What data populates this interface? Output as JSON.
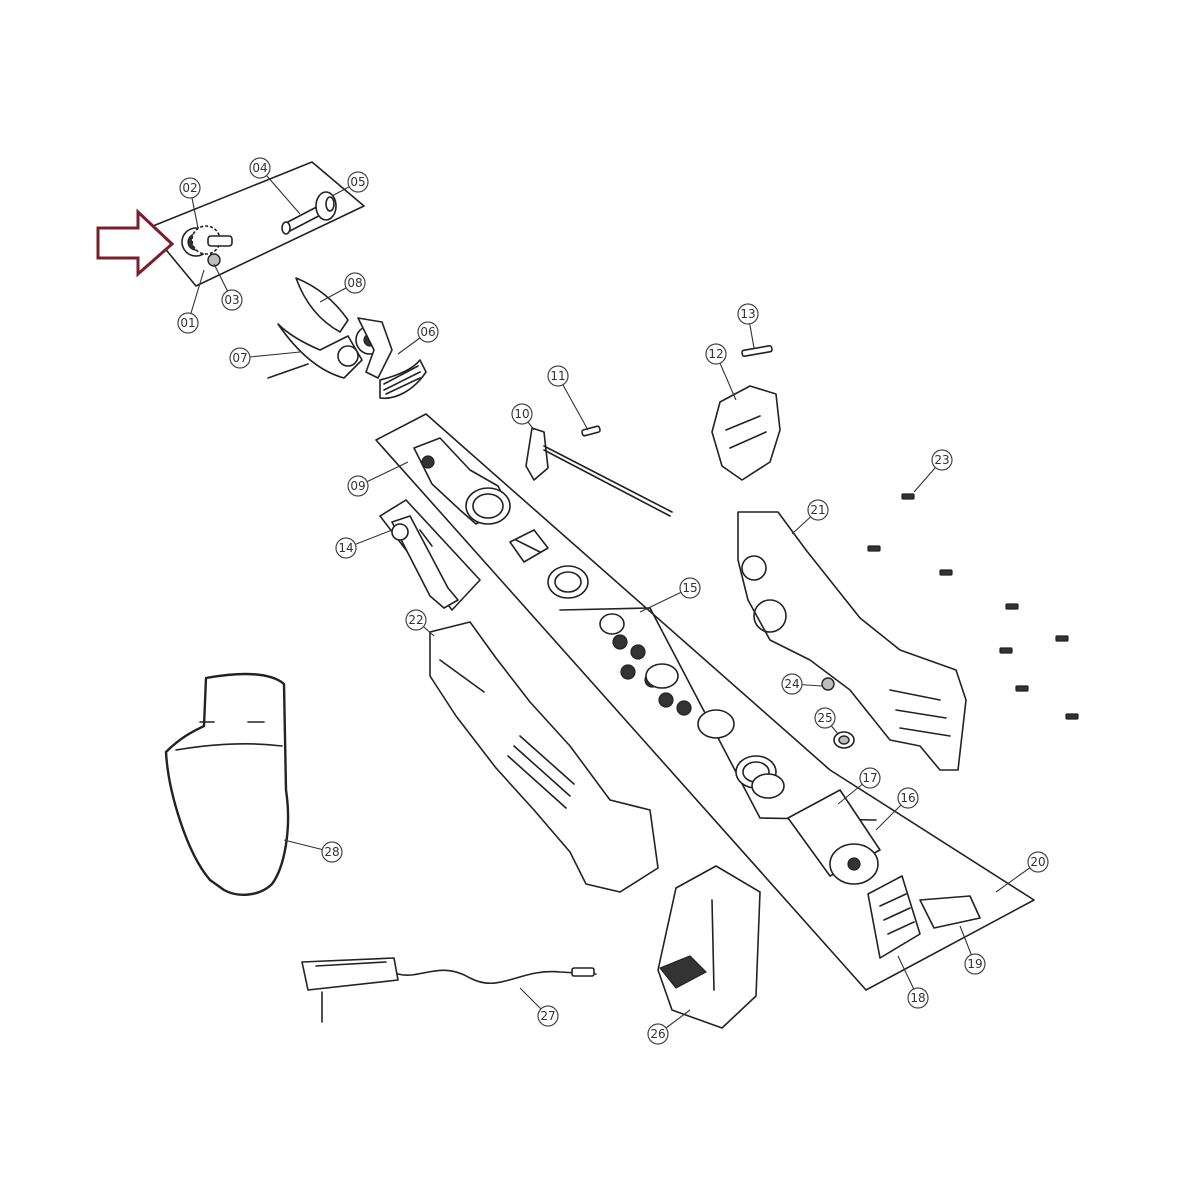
{
  "diagram": {
    "callouts": [
      {
        "label": "01"
      },
      {
        "label": "02"
      },
      {
        "label": "03"
      },
      {
        "label": "04"
      },
      {
        "label": "05"
      },
      {
        "label": "06"
      },
      {
        "label": "07"
      },
      {
        "label": "08"
      },
      {
        "label": "09"
      },
      {
        "label": "10"
      },
      {
        "label": "11"
      },
      {
        "label": "12"
      },
      {
        "label": "13"
      },
      {
        "label": "14"
      },
      {
        "label": "15"
      },
      {
        "label": "16"
      },
      {
        "label": "17"
      },
      {
        "label": "18"
      },
      {
        "label": "19"
      },
      {
        "label": "20"
      },
      {
        "label": "21"
      },
      {
        "label": "22"
      },
      {
        "label": "23"
      },
      {
        "label": "24"
      },
      {
        "label": "25"
      },
      {
        "label": "26"
      },
      {
        "label": "27"
      },
      {
        "label": "28"
      }
    ],
    "highlight_arrow_color": "#7a1f2b"
  }
}
